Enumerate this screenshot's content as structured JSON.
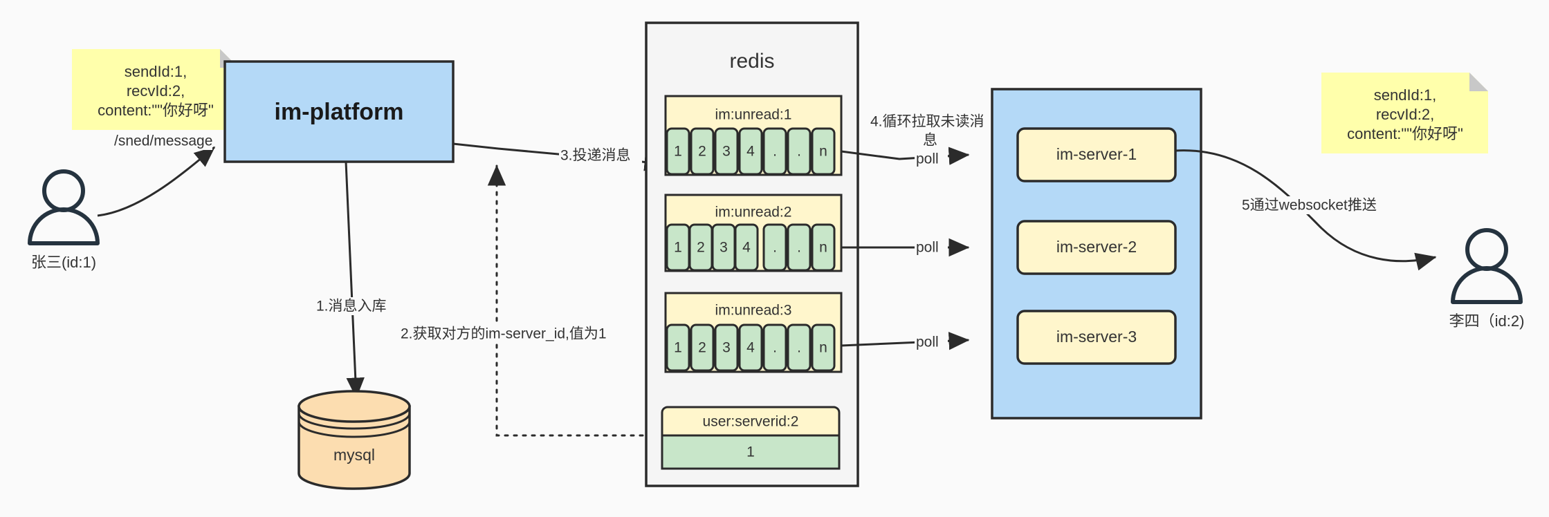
{
  "diagram": {
    "title": "IM message delivery architecture",
    "background": "#fafafa"
  },
  "colors": {
    "note_yellow": "#ffffab",
    "node_yellow": "#fff6cc",
    "green": "#c8e6c9",
    "blue": "#b4d9f7",
    "orange": "#fcddb0",
    "container_grey": "#f5f5f5",
    "stroke": "#2b2b2b",
    "actor_stroke": "#25333f",
    "text": "#333333"
  },
  "actors": {
    "sender": {
      "name": "sender-actor",
      "label": "张三(id:1)"
    },
    "receiver": {
      "name": "receiver-actor",
      "label": "李四（id:2)"
    }
  },
  "notes": {
    "left": {
      "lines": [
        "sendId:1,",
        "recvId:2,",
        "content:\"\"你好呀\""
      ]
    },
    "right": {
      "lines": [
        "sendId:1,",
        "recvId:2,",
        "content:\"\"你好呀\""
      ]
    }
  },
  "nodes": {
    "im_platform": {
      "label": "im-platform"
    },
    "mysql": {
      "label": "mysql"
    },
    "redis": {
      "label": "redis"
    },
    "im_servers": [
      {
        "label": "im-server-1"
      },
      {
        "label": "im-server-2"
      },
      {
        "label": "im-server-3"
      }
    ]
  },
  "redis_keys": [
    {
      "key": "im:unread:1",
      "cells": [
        "1",
        "2",
        "3",
        "4",
        ".",
        ".",
        "n"
      ]
    },
    {
      "key": "im:unread:2",
      "cells": [
        "1",
        "2",
        "3",
        "4",
        ".",
        ".",
        "n"
      ]
    },
    {
      "key": "im:unread:3",
      "cells": [
        "1",
        "2",
        "3",
        "4",
        ".",
        ".",
        "n"
      ]
    }
  ],
  "redis_value": {
    "key": "user:serverid:2",
    "value": "1"
  },
  "edges": {
    "send_message": "/sned/message",
    "step1": "1.消息入库",
    "step2": "2.获取对方的im-server_id,值为1",
    "step3": "3.投递消息",
    "step4_line1": "4.循环拉取未读消",
    "step4_line2": "息",
    "poll1": "poll",
    "poll2": "poll",
    "poll3": "poll",
    "step5": "5通过websocket推送"
  }
}
